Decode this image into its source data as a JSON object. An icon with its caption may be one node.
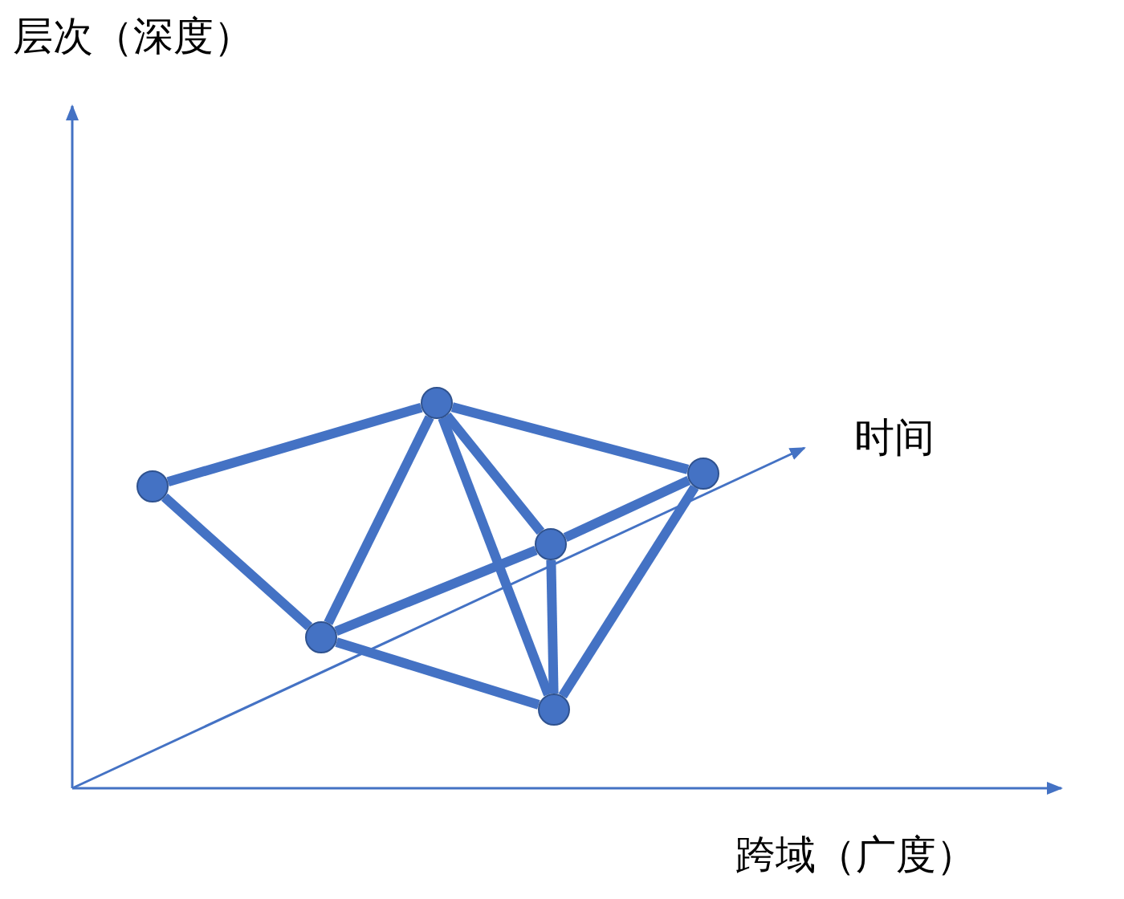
{
  "diagram": {
    "nodes": [
      {
        "text": [],
        "shape": "circle"
      },
      {
        "text": [],
        "shape": "circle"
      },
      {
        "text": [],
        "shape": "circle"
      },
      {
        "text": [],
        "shape": "circle"
      },
      {
        "text": [],
        "shape": "circle"
      },
      {
        "text": [],
        "shape": "circle"
      }
    ],
    "edges": [
      {
        "from": 0,
        "to": 2,
        "arrow": "none"
      },
      {
        "from": 0,
        "to": 1,
        "arrow": "none"
      },
      {
        "from": 1,
        "to": 2,
        "arrow": "none"
      },
      {
        "from": 2,
        "to": 3,
        "arrow": "none"
      },
      {
        "from": 2,
        "to": 4,
        "arrow": "none"
      },
      {
        "from": 2,
        "to": 5,
        "arrow": "none"
      },
      {
        "from": 1,
        "to": 3,
        "arrow": "none"
      },
      {
        "from": 3,
        "to": 5,
        "arrow": "none"
      },
      {
        "from": 1,
        "to": 4,
        "arrow": "none"
      },
      {
        "from": 3,
        "to": 4,
        "arrow": "none"
      },
      {
        "from": 5,
        "to": 4,
        "arrow": "none"
      }
    ],
    "labels": [
      "层次（深度）",
      "时间",
      "跨域（广度）"
    ]
  }
}
